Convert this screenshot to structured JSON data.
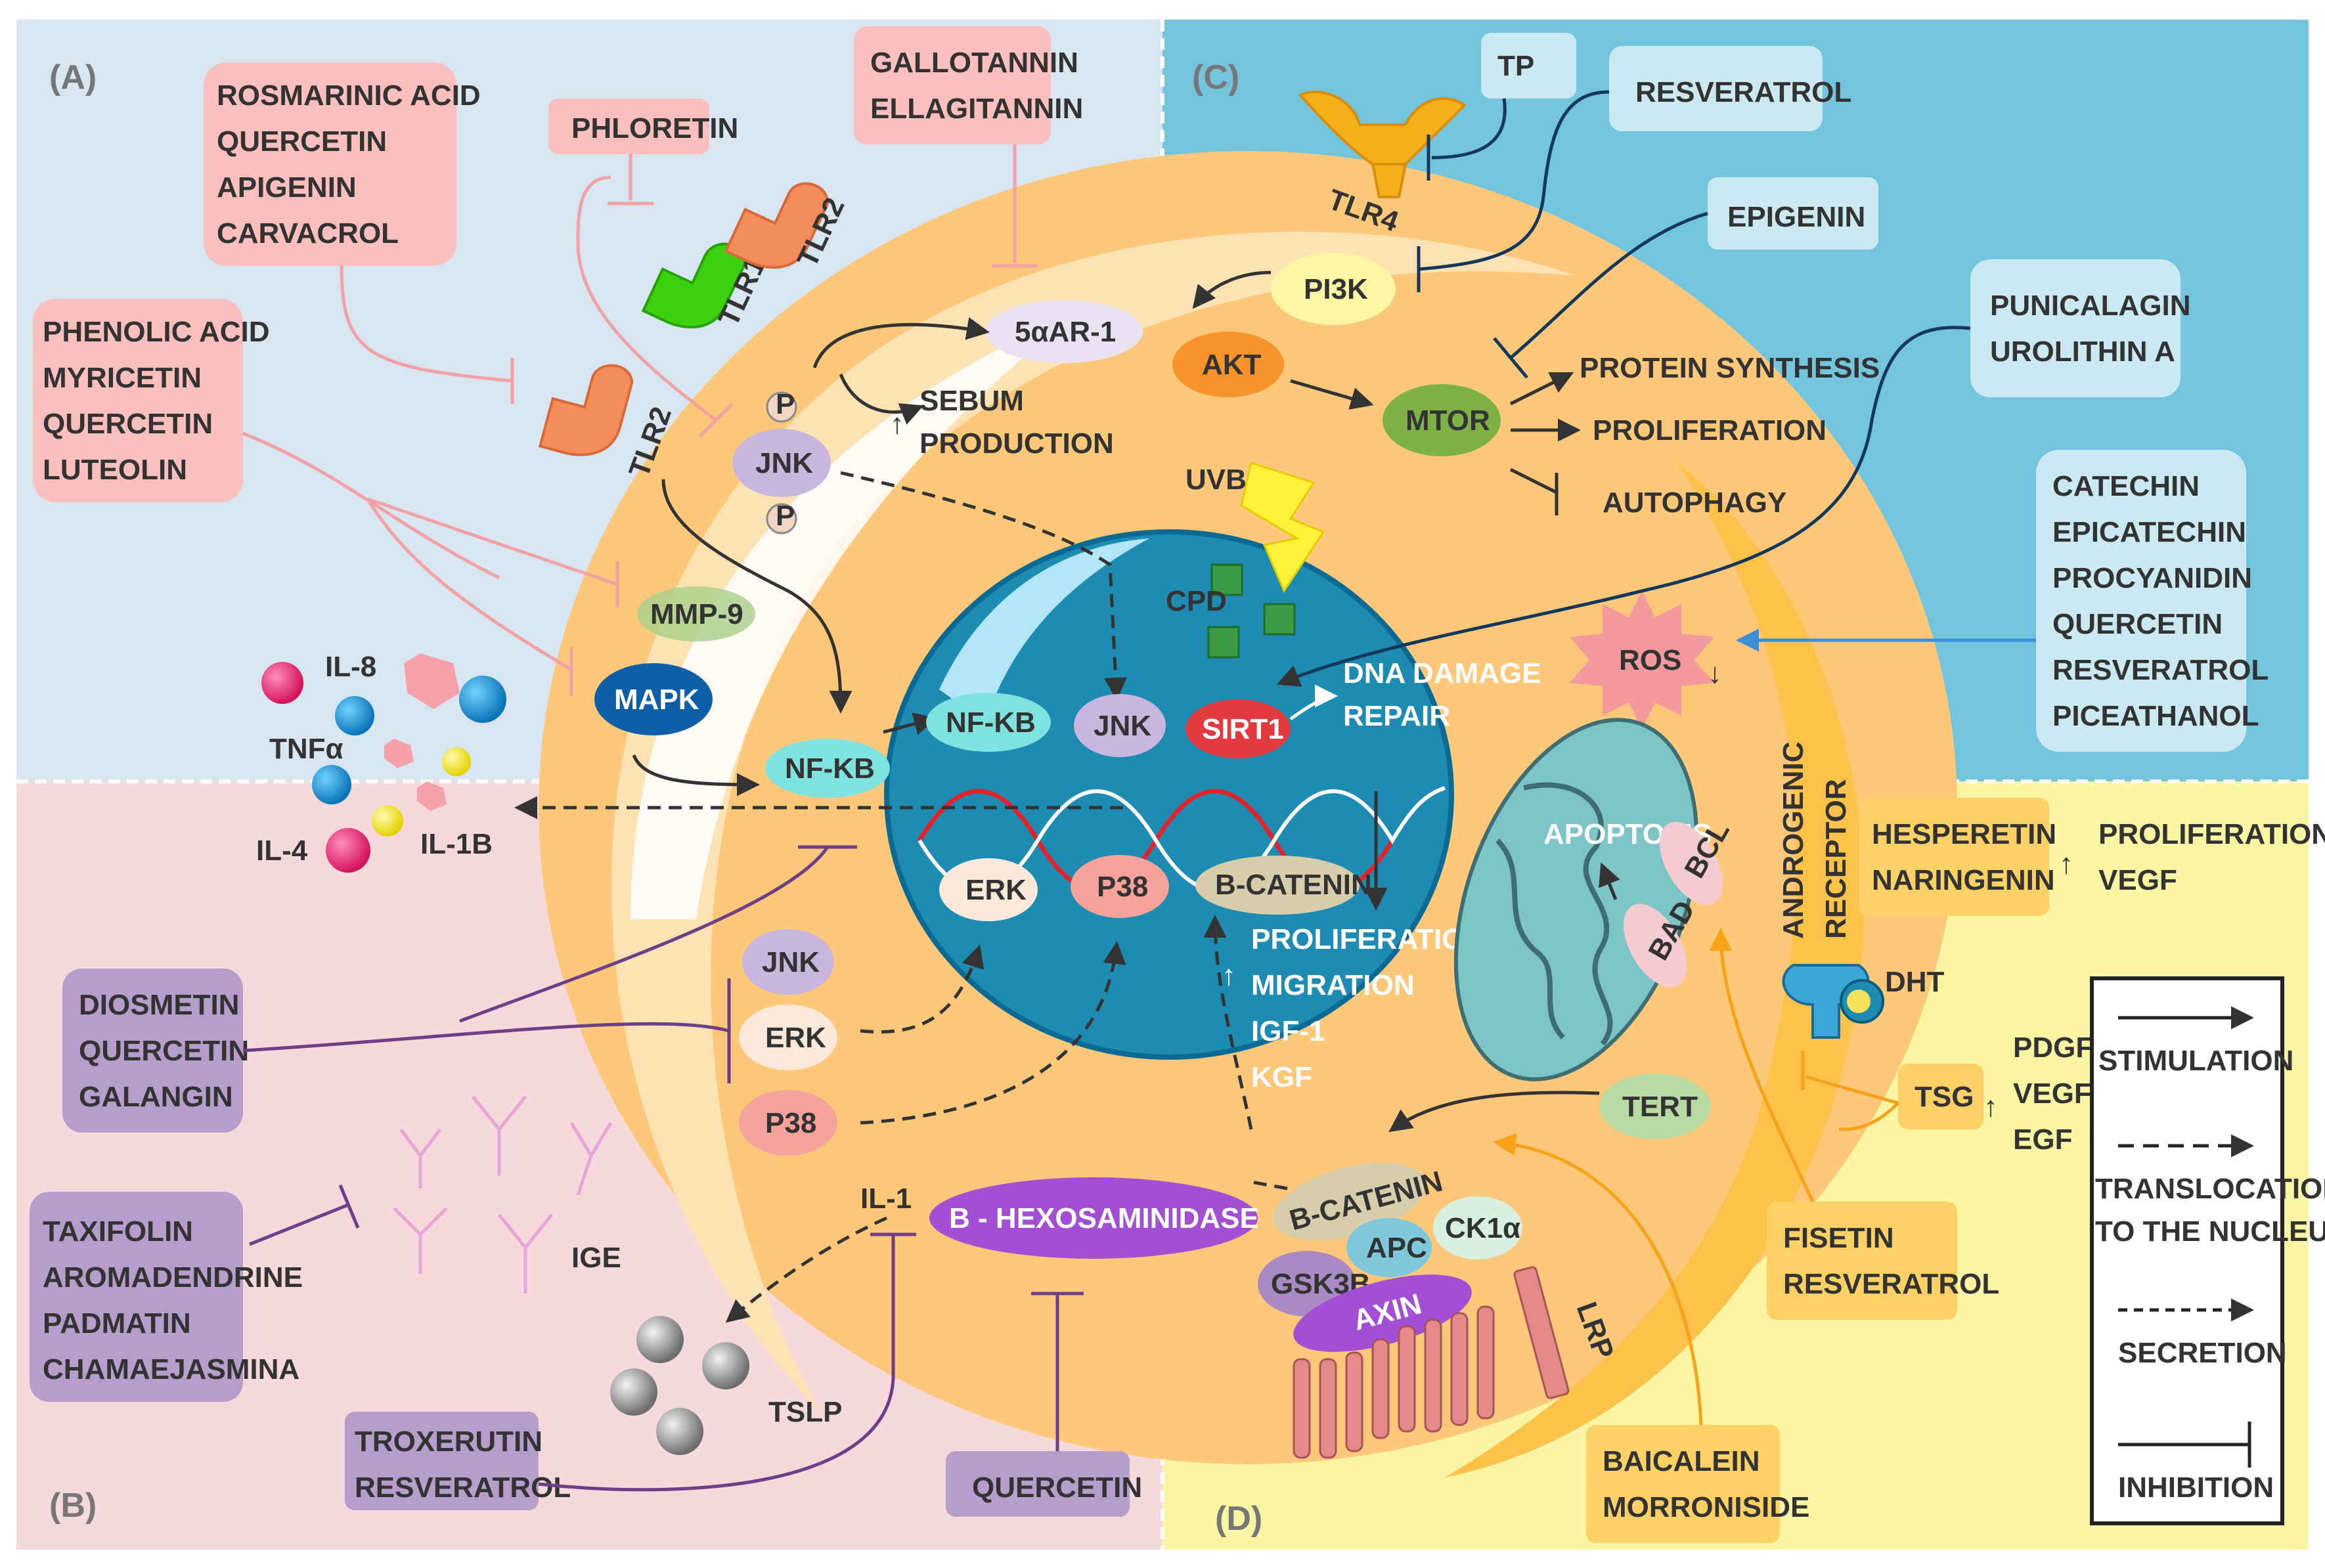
{
  "quadrants": {
    "a": "(A)",
    "b": "(B)",
    "c": "(C)",
    "d": "(D)"
  },
  "boxes": {
    "a_rosmarinic": [
      "ROSMARINIC ACID",
      "QUERCETIN",
      "APIGENIN",
      "CARVACROL"
    ],
    "a_phloretin": [
      "PHLORETIN"
    ],
    "a_gallotannin": [
      "GALLOTANNIN",
      "ELLAGITANNIN"
    ],
    "a_phenolic": [
      "PHENOLIC ACID",
      "MYRICETIN",
      "QUERCETIN",
      "LUTEOLIN"
    ],
    "b_diosmetin": [
      "DIOSMETIN",
      "QUERCETIN",
      "GALANGIN"
    ],
    "b_taxifolin": [
      "TAXIFOLIN",
      "AROMADENDRINE",
      "PADMATIN",
      "CHAMAEJASMINA"
    ],
    "b_troxerutin": [
      "TROXERUTIN",
      "RESVERATROL"
    ],
    "b_quercetin": [
      "QUERCETIN"
    ],
    "c_tp": [
      "TP"
    ],
    "c_resveratrol": [
      "RESVERATROL"
    ],
    "c_epigenin": [
      "EPIGENIN"
    ],
    "c_punicalagin": [
      "PUNICALAGIN",
      "UROLITHIN A"
    ],
    "c_catechin": [
      "CATECHIN",
      "EPICATECHIN",
      "PROCYANIDIN",
      "QUERCETIN",
      "RESVERATROL",
      "PICEATHANOL"
    ],
    "d_hesperetin": [
      "HESPERETIN",
      "NARINGENIN"
    ],
    "d_tsg": [
      "TSG"
    ],
    "d_fisetin": [
      "FISETIN",
      "RESVERATROL"
    ],
    "d_baicalein": [
      "BAICALEIN",
      "MORRONISIDE"
    ]
  },
  "nodes": {
    "sar": "5αAR-1",
    "jnk_top": "JNK",
    "mmp9": "MMP-9",
    "mapk": "MAPK",
    "nfkb_out": "NF-KB",
    "nfkb_in": "NF-KB",
    "jnk_nuc": "JNK",
    "sirt1": "SIRT1",
    "erk_nuc": "ERK",
    "p38_nuc": "P38",
    "bcat_nuc": "B-CATENIN",
    "jnk_b": "JNK",
    "erk_b": "ERK",
    "p38_b": "P38",
    "bhex": "B - HEXOSAMINIDASE",
    "pi3k": "PI3K",
    "akt": "AKT",
    "mtor": "MTOR",
    "ros": "ROS",
    "tert": "TERT",
    "bcat_d": "B-CATENIN",
    "apc": "APC",
    "ck1a": "CK1α",
    "gsk3b": "GSK3B",
    "axin": "AXIN",
    "bcl": "BCL",
    "bad": "BAD",
    "p": "P"
  },
  "labels": {
    "tlr1": "TLR1",
    "tlr2_a": "TLR2",
    "tlr2_b": "TLR2",
    "tlr4": "TLR4",
    "sebum": [
      "SEBUM",
      "PRODUCTION"
    ],
    "uvb": "UVB",
    "cpd": "CPD",
    "dna": [
      "DNA DAMAGE",
      "REPAIR"
    ],
    "protein": "PROTEIN SYNTHESIS",
    "prolif_c": "PROLIFERATION",
    "autophagy": "AUTOPHAGY",
    "il8": "IL-8",
    "tnf": "TNFα",
    "il4": "IL-4",
    "il1b": "IL-1B",
    "nuc_out": [
      "PROLIFERATION",
      "MIGRATION",
      "IGF-1",
      "KGF"
    ],
    "ige": "IGE",
    "il1": "IL-1",
    "tslp": "TSLP",
    "apoptosis": "APOPTOSIS",
    "andro": [
      "ANDROGENIC",
      "RECEPTOR"
    ],
    "dht": "DHT",
    "prolif_d": [
      "PROLIFERATION",
      "VEGF"
    ],
    "pdgf": [
      "PDGF",
      "VEGF",
      "EGF"
    ],
    "lrp": "LRP",
    "up": "↑",
    "down": "↓"
  },
  "legend": {
    "stimulation": "STIMULATION",
    "translocation": [
      "TRANSLOCATION",
      "TO THE NUCLEUS"
    ],
    "secretion": "SECRETION",
    "inhibition": "INHIBITION"
  },
  "colors": {
    "quad_a": "#d7e6f1",
    "quad_b": "#f6dadb",
    "quad_c": "#72c5dc",
    "quad_d": "#fbf5a4",
    "cell": "#fdc879",
    "membrane": "#fde2b4",
    "nucleus": "#1d8bb2",
    "pink_box": "#fbbfbe",
    "purple_box": "#b69dcc",
    "cyan_box": "#cbe9f3",
    "yellow_box": "#fdd165",
    "inhibit_a": "#f2a2a4",
    "inhibit_b": "#6d3f88",
    "inhibit_c": "#14385c",
    "inhibit_d": "#f8a219"
  }
}
